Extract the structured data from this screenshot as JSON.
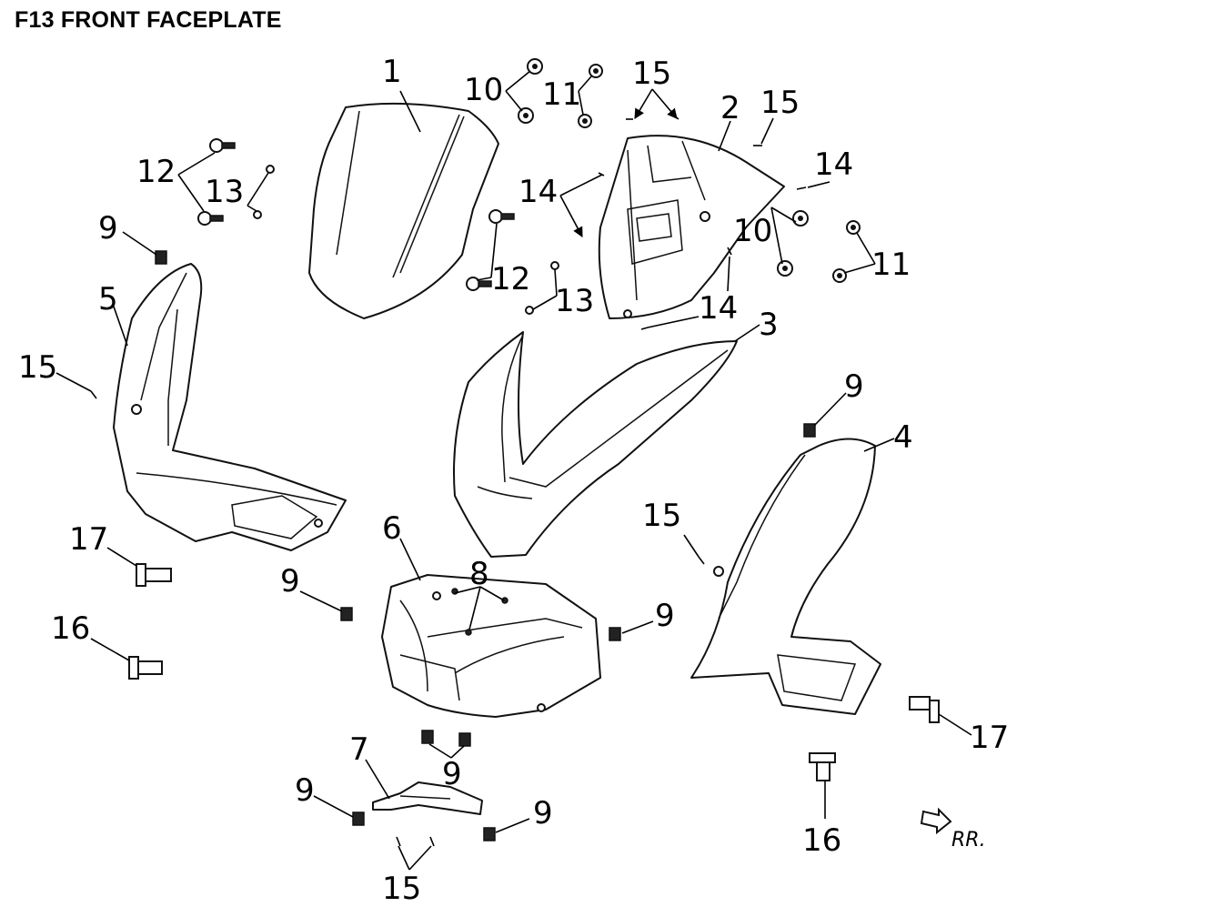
{
  "title": "F13 FRONT FACEPLATE",
  "labels": {
    "p1": "1",
    "p2": "2",
    "p3": "3",
    "p4": "4",
    "p5": "5",
    "p6": "6",
    "p7": "7",
    "p8": "8",
    "p9": "9",
    "p10": "10",
    "p11": "11",
    "p12": "12",
    "p13": "13",
    "p14": "14",
    "p15": "15",
    "p16": "16",
    "p17": "17"
  },
  "direction_marker": "RR."
}
